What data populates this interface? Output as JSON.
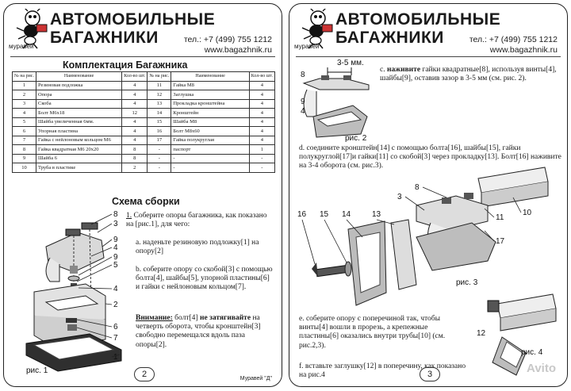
{
  "header": {
    "brand_line1": "АВТОМОБИЛЬНЫЕ",
    "brand_line2": "БАГАЖНИКИ",
    "logo_tag": "муравей",
    "phone": "тел.: +7 (499) 755 1212",
    "website": "www.bagazhnik.ru"
  },
  "page2": {
    "page_number": "2",
    "footer": "Муравей \"Д\"",
    "kit_title": "Комплектация Багажника",
    "table": {
      "headers": [
        "№ на рис.",
        "Наименование",
        "Кол-во шт.",
        "№ на рис.",
        "Наименование",
        "Кол-во шт."
      ],
      "rows": [
        [
          "1",
          "Резиновая подложка",
          "4",
          "11",
          "Гайка М8",
          "4"
        ],
        [
          "2",
          "Опора",
          "4",
          "12",
          "Заглушка",
          "4"
        ],
        [
          "3",
          "Скоба",
          "4",
          "13",
          "Прокладка кронштейна",
          "4"
        ],
        [
          "4",
          "Болт М6х18",
          "12",
          "14",
          "Кронштейн",
          "4"
        ],
        [
          "5",
          "Шайба увеличенная 6мм.",
          "4",
          "15",
          "Шайба М8",
          "4"
        ],
        [
          "6",
          "Упорная пластина",
          "4",
          "16",
          "Болт М8х60",
          "4"
        ],
        [
          "7",
          "Гайка с нейлоновым кольцом М6",
          "4",
          "17",
          "Гайка полукруглая",
          "4"
        ],
        [
          "8",
          "Гайка квадратная М6 20х20",
          "8",
          "-",
          "паспорт",
          "1"
        ],
        [
          "9",
          "Шайба 6",
          "8",
          "-",
          "-",
          "-"
        ],
        [
          "10",
          "Труба в пластике",
          "2",
          "-",
          "-",
          "-"
        ]
      ]
    },
    "scheme_title": "Схема сборки",
    "step1_num": "1.",
    "step1": "Соберите опоры багажника, как показано на [рис.1], для чего:",
    "step_a": "а. наденьте резиновую подложку[1] на опору[2]",
    "step_b": "b. соберите опору со скобой[3] с помощью болта[4], шайбы[5], упорной пластины[6] и гайки с нейлоновым кольцом[7].",
    "warn_label": "Внимание:",
    "warn_mid": " болт[4] ",
    "warn_bold": "не затягивайте",
    "warn_rest": " на четверть оборота, чтобы кронштейн[3] свободно перемещался вдоль паза опоры[2].",
    "fig1_caption": "рис. 1",
    "fig1_labels": [
      "8",
      "3",
      "9",
      "4",
      "9",
      "5",
      "4",
      "2",
      "6",
      "7",
      "1"
    ]
  },
  "page3": {
    "page_number": "3",
    "footer": "Муравей \"Д\"",
    "gap_label": "3-5 мм.",
    "step_c_pre": "c. ",
    "step_c_bold": "наживите",
    "step_c": " гайки квадратные[8], используя винты[4], шайбы[9], оставив зазор в 3-5 мм (см. рис. 2).",
    "fig2_caption": "рис. 2",
    "fig2_labels": [
      "8",
      "9",
      "4"
    ],
    "step_d": "d. соедините кронштейн[14] с помощью болта[16], шайбы[15], гайки полукруглой[17]и гайки[11] со скобой[3] через прокладку[13]. Болт[16] наживите на 3-4 оборота (см. рис.3).",
    "fig3_caption": "рис. 3",
    "fig3_labels": [
      "8",
      "3",
      "11",
      "10",
      "17",
      "16",
      "15",
      "14",
      "13"
    ],
    "step_e": "e. соберите опору с поперечиной так, чтобы винты[4] вошли в прорезь, а крепежные пластины[6] оказались внутри трубы[10] (см. рис.2,3).",
    "step_f": "f. вставьте заглушку[12] в поперечину, как показано на рис.4",
    "fig4_caption": "рис. 4",
    "fig4_label": "12",
    "watermark": "Avito"
  },
  "colors": {
    "ink": "#1a1a1a",
    "paper": "#ffffff",
    "part_gray": "#9a9a9a",
    "part_dark": "#3a3a3a"
  },
  "icons": {
    "logo": "ant-mascot-icon"
  }
}
